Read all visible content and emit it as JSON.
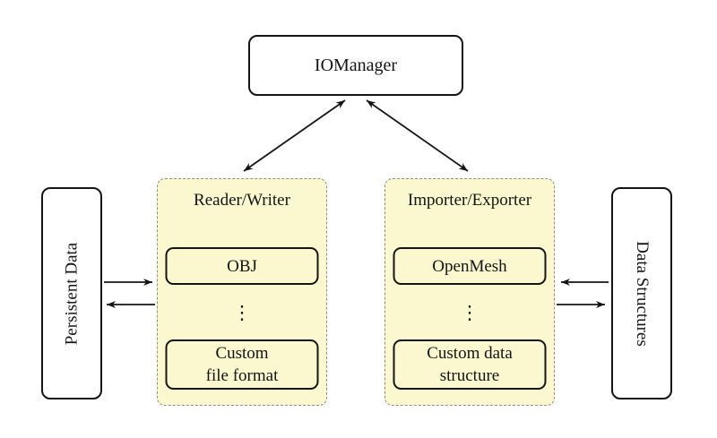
{
  "root_label": "IOManager",
  "side_boxes": {
    "left": "Persistent Data",
    "right": "Data Structures"
  },
  "groups": [
    {
      "title": "Reader/Writer",
      "top_item": "OBJ",
      "ellipsis": "⋮",
      "bottom_item_line1": "Custom",
      "bottom_item_line2": "file format"
    },
    {
      "title": "Importer/Exporter",
      "top_item": "OpenMesh",
      "ellipsis": "⋮",
      "bottom_item_line1": "Custom data",
      "bottom_item_line2": "structure"
    }
  ],
  "colors": {
    "group_fill": "#fbf8cf",
    "group_border": "#8c8c8c",
    "box_border": "#141414",
    "arrow": "#141414",
    "background": "#ffffff",
    "text": "#141414"
  }
}
